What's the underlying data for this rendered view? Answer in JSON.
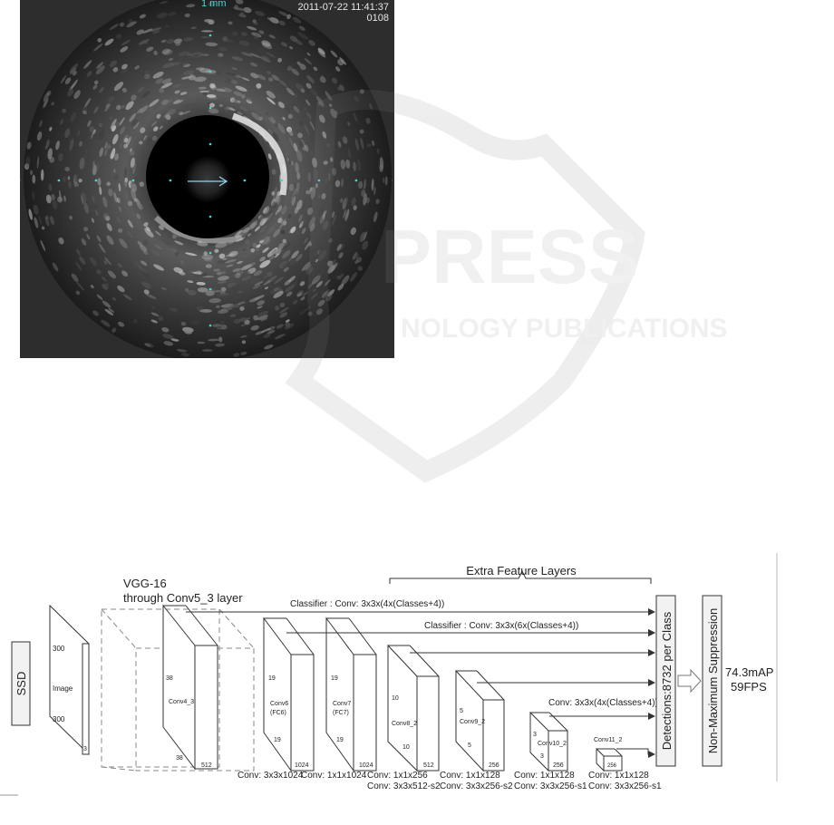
{
  "ivus": {
    "scale_label": "1 mm",
    "timestamp": "2011-07-22 11:41:37",
    "frame": "0108"
  },
  "watermark": {
    "brand": "PRESS",
    "tagline": "NOLOGY PUBLICATIONS"
  },
  "ssd": {
    "side_label": "SSD",
    "backbone_title": "VGG-16",
    "backbone_subtitle": "through Conv5_3 layer",
    "extra_label": "Extra Feature Layers",
    "classifier1": "Classifier : Conv: 3x3x(4x(Classes+4))",
    "classifier2": "Classifier : Conv: 3x3x(6x(Classes+4))",
    "classifier3": "Conv: 3x3x(4x(Classes+4))",
    "detections": "Detections:8732 per Class",
    "nms": "Non-Maximum Suppression",
    "result_map": "74.3mAP",
    "result_fps": "59FPS",
    "image": {
      "name": "Image",
      "h": "300",
      "w": "300",
      "d": "3"
    },
    "conv4": {
      "name": "Conv4_3",
      "h": "38",
      "w": "38",
      "d": "512"
    },
    "conv6": {
      "name": "Conv6",
      "sub": "(FC6)",
      "h": "19",
      "w": "19",
      "d": "1024"
    },
    "conv7": {
      "name": "Conv7",
      "sub": "(FC7)",
      "h": "19",
      "w": "19",
      "d": "1024"
    },
    "conv8": {
      "name": "Conv8_2",
      "h": "10",
      "w": "10",
      "d": "512"
    },
    "conv9": {
      "name": "Conv9_2",
      "h": "5",
      "w": "5",
      "d": "256"
    },
    "conv10": {
      "name": "Conv10_2",
      "h": "3",
      "w": "3",
      "d": "256"
    },
    "conv11": {
      "name": "Conv11_2",
      "d": "256"
    },
    "captions": {
      "c1": "Conv: 3x3x1024",
      "c2": "Conv: 1x1x1024",
      "c3a": "Conv: 1x1x256",
      "c3b": "Conv: 3x3x512-s2",
      "c4a": "Conv: 1x1x128",
      "c4b": "Conv: 3x3x256-s2",
      "c5a": "Conv: 1x1x128",
      "c5b": "Conv: 3x3x256-s1",
      "c6a": "Conv: 1x1x128",
      "c6b": "Conv: 3x3x256-s1"
    }
  }
}
